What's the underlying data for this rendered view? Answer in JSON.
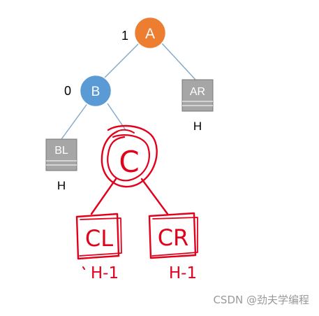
{
  "diagram": {
    "nodes": {
      "A": {
        "label": "A",
        "balance": "1",
        "color": "#ED7D31"
      },
      "B": {
        "label": "B",
        "balance": "0",
        "color": "#5B9BD5"
      },
      "AR": {
        "label": "AR",
        "height": "H",
        "color": "#A6A6A6"
      },
      "BL": {
        "label": "BL",
        "height": "H",
        "color": "#A6A6A6"
      },
      "C": {
        "label": "C",
        "color": "#E3001B"
      },
      "CL": {
        "label": "CL",
        "height": "H-1",
        "color": "#E3001B"
      },
      "CR": {
        "label": "CR",
        "height": "H-1",
        "color": "#E3001B"
      }
    },
    "edge_color": "#7FA7C9",
    "annotation_color": "#E3001B"
  },
  "watermark": {
    "text": "CSDN @劲夫学编程"
  }
}
